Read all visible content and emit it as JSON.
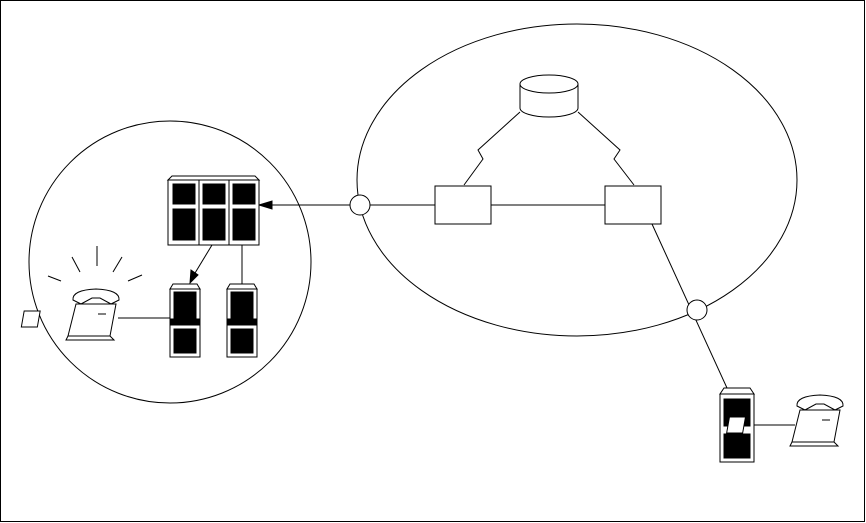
{
  "diagram": {
    "colors": {
      "stroke": "#000000",
      "fill": "#000000",
      "background": "#ffffff",
      "handset_fill": "#e6e6e6"
    },
    "nodes": [
      {
        "id": "telephone-left",
        "icon": "ringing-telephone-icon"
      },
      {
        "id": "switch-cabinet-triple",
        "icon": "triple-server-cabinet-icon"
      },
      {
        "id": "terminal-cabinet-1",
        "icon": "server-cabinet-icon"
      },
      {
        "id": "terminal-cabinet-2",
        "icon": "server-cabinet-icon"
      },
      {
        "id": "database",
        "icon": "database-cylinder-icon"
      },
      {
        "id": "network-node-left",
        "icon": "rectangle-node-icon"
      },
      {
        "id": "network-node-right",
        "icon": "rectangle-node-icon"
      },
      {
        "id": "remote-cabinet",
        "icon": "server-cabinet-icon"
      },
      {
        "id": "telephone-right",
        "icon": "telephone-icon"
      }
    ],
    "regions": [
      {
        "id": "local-exchange-region",
        "shape": "circle"
      },
      {
        "id": "core-network-region",
        "shape": "ellipse"
      }
    ]
  }
}
